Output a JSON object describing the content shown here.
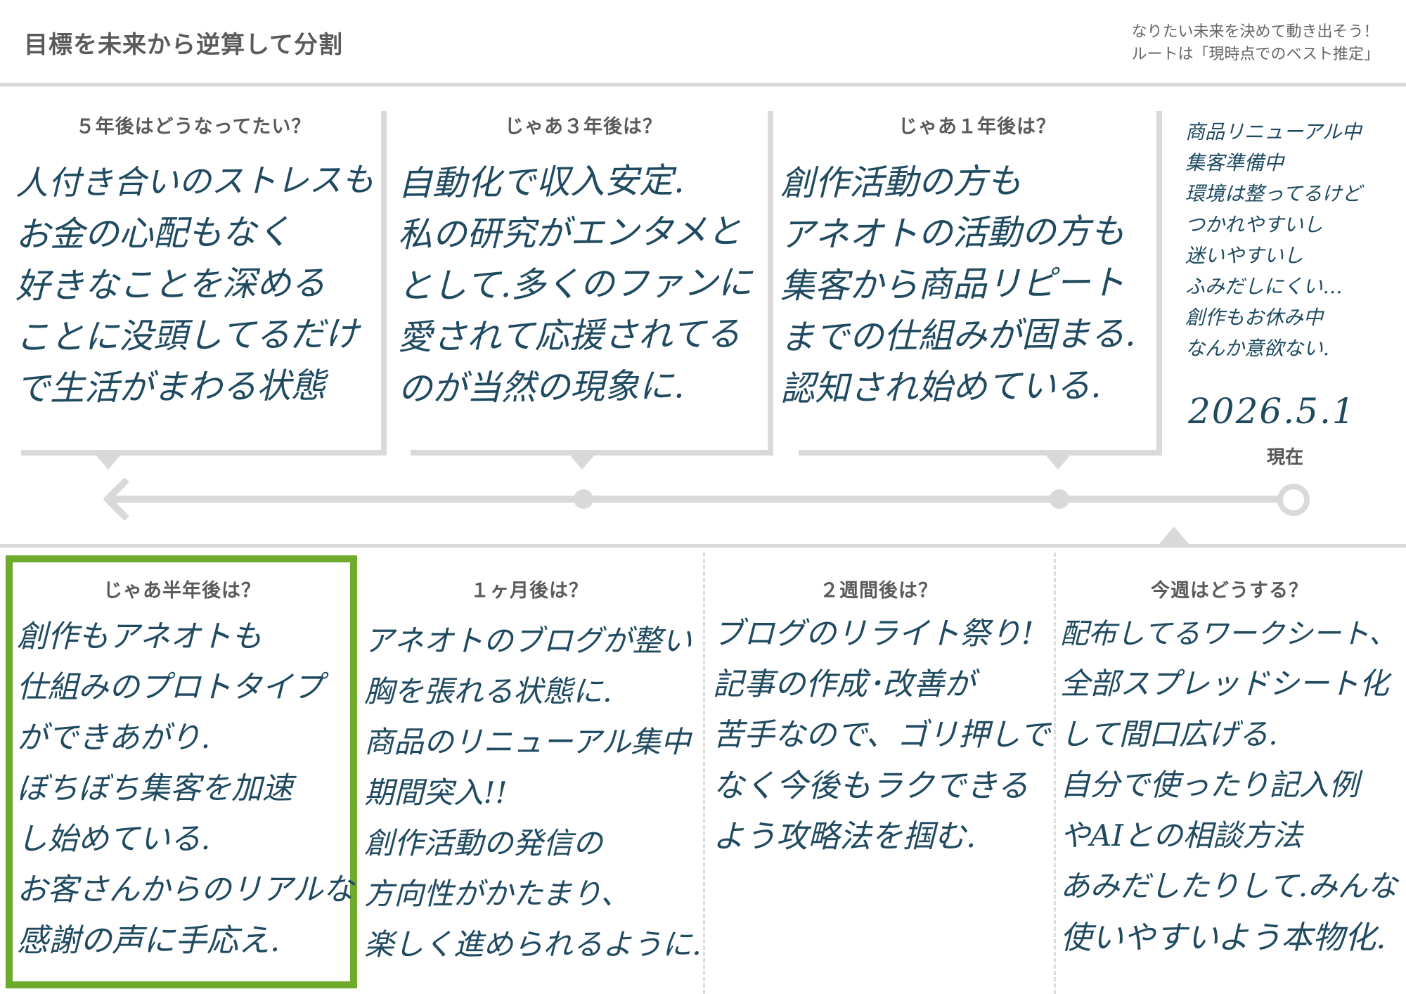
{
  "header": {
    "title": "目標を未来から逆算して分割",
    "tagline": [
      "なりたい未来を決めて動き出そう！",
      "ルートは「現時点でのベスト推定」"
    ]
  },
  "top": {
    "columns": [
      {
        "heading": "５年後はどうなってたい？",
        "lines": [
          "人付き合いのストレスも",
          "お金の心配もなく",
          "好きなことを深める",
          "ことに没頭してるだけ",
          "で生活がまわる状態"
        ]
      },
      {
        "heading": "じゃあ３年後は？",
        "lines": [
          "自動化で収入安定.",
          "私の研究がエンタメと",
          "として.多くのファンに",
          "愛されて応援されてる",
          "のが当然の現象に."
        ]
      },
      {
        "heading": "じゃあ１年後は？",
        "lines": [
          "創作活動の方も",
          "アネオトの活動の方も",
          "集客から商品リピート",
          "までの仕組みが固まる.",
          "認知され始めている."
        ]
      }
    ],
    "current": {
      "lines": [
        "商品リニューアル中",
        "集客準備中",
        "環境は整ってるけど",
        "つかれやすいし",
        "迷いやすいし",
        "ふみだしにくい…",
        "創作もお休み中",
        "なんか意欲ない."
      ],
      "date": "2026.5.1",
      "label": "現在"
    }
  },
  "bottom": {
    "columns": [
      {
        "heading": "じゃあ半年後は？",
        "lines": [
          "創作もアネオトも",
          "仕組みのプロトタイプ",
          "ができあがり.",
          "ぼちぼち集客を加速",
          "し始めている.",
          "お客さんからのリアルな",
          "感謝の声に手応え."
        ],
        "highlighted": true
      },
      {
        "heading": "１ヶ月後は？",
        "lines": [
          "アネオトのブログが整い",
          "胸を張れる状態に.",
          "商品のリニューアル集中",
          "期間突入!!",
          "創作活動の発信の",
          "方向性がかたまり、",
          "楽しく進められるように."
        ]
      },
      {
        "heading": "２週間後は？",
        "lines": [
          "ブログのリライト祭り!",
          "記事の作成･改善が",
          "苦手なので、ゴリ押しで",
          "なく今後もラクできる",
          "よう攻略法を掴む."
        ]
      },
      {
        "heading": "今週はどうする？",
        "lines": [
          "配布してるワークシート、",
          "全部スプレッドシート化",
          "して間口広げる.",
          "自分で使ったり記入例",
          "やAIとの相談方法",
          "あみだしたりして.みんな",
          "使いやすいよう本物化."
        ]
      }
    ]
  },
  "colors": {
    "ink": "#1f4a60",
    "frame": "#d9d9d9",
    "highlight": "#6eaa2b"
  }
}
